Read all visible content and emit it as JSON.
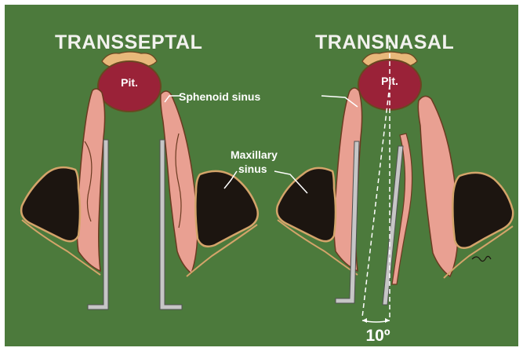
{
  "titles": {
    "left": "TRANSSEPTAL",
    "right": "TRANSNASAL"
  },
  "labels": {
    "pit_left": "Pit.",
    "pit_right": "Pit.",
    "sphenoid": "Sphenoid sinus",
    "maxillary_line1": "Maxillary",
    "maxillary_line2": "sinus",
    "angle": "10º"
  },
  "colors": {
    "background": "#4c7a3c",
    "frame": "#ffffff",
    "pituitary": "#9a2238",
    "sella": "#e8b87a",
    "mucosa": "#e9a092",
    "sinus": "#1c1510",
    "bone": "#d4a46a",
    "speculum": "#c6c6c6"
  }
}
